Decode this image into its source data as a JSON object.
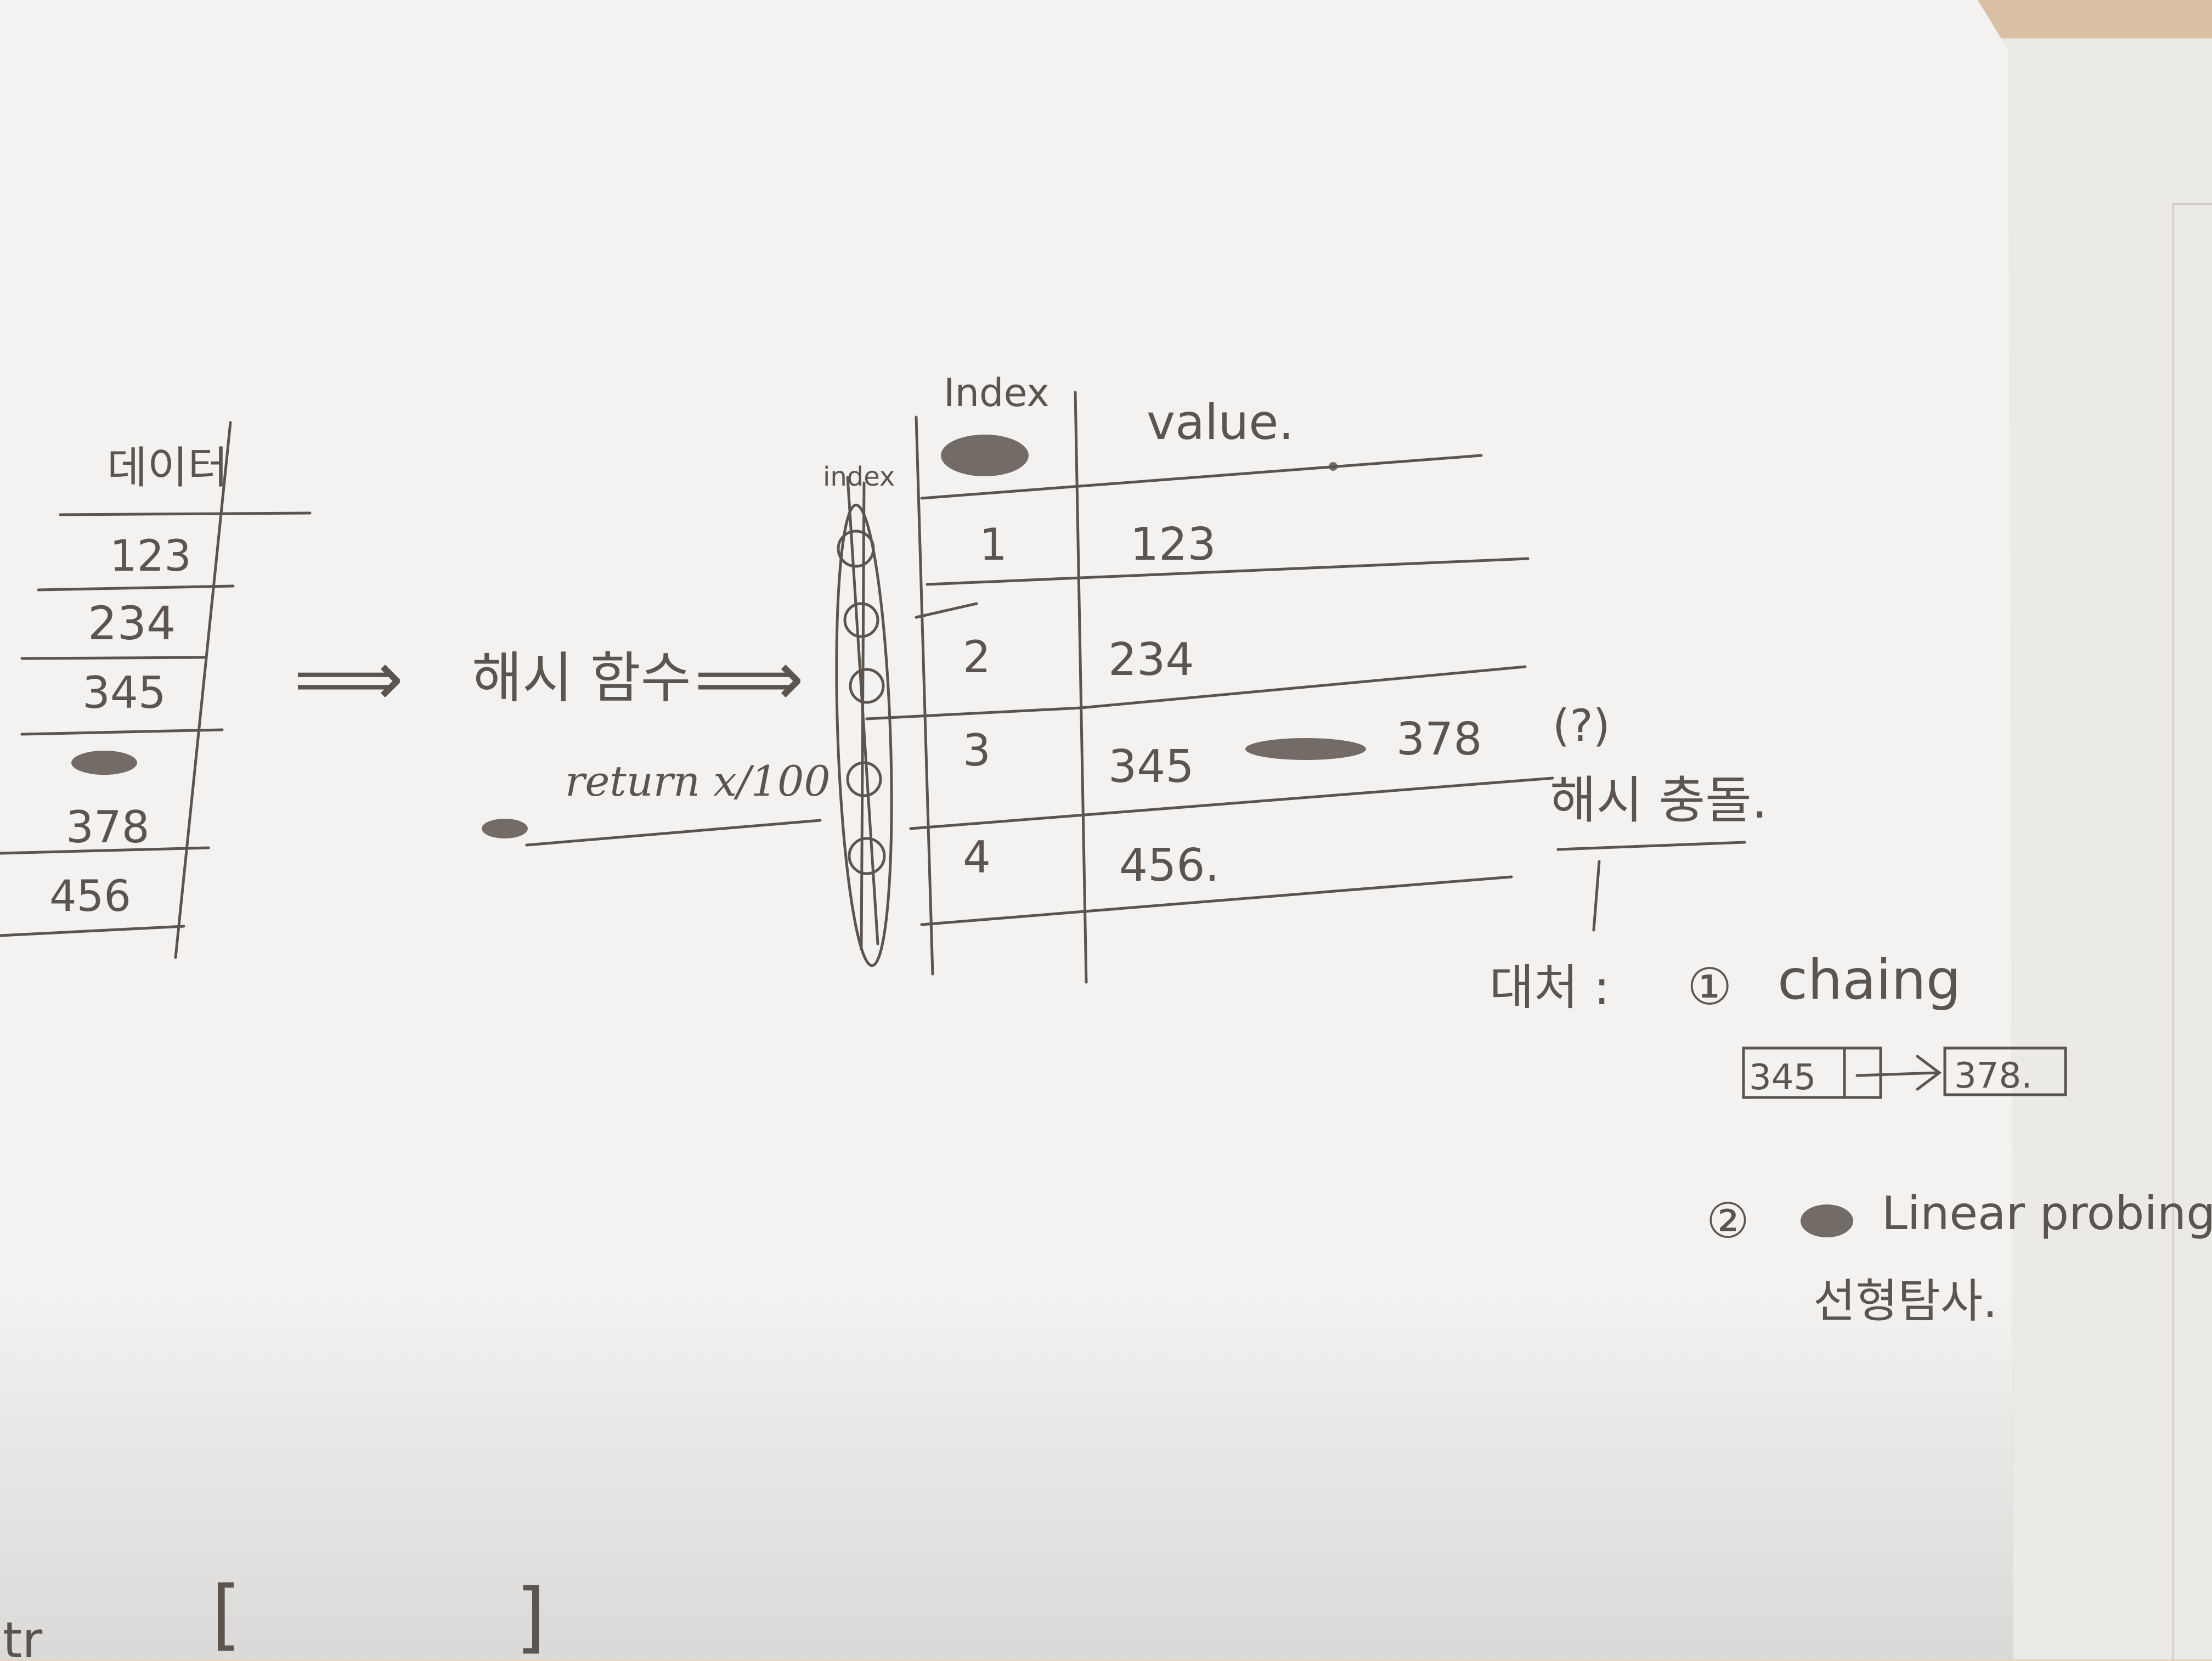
{
  "data_column": {
    "header": "데이터",
    "values": [
      "123",
      "234",
      "345",
      "378",
      "456"
    ]
  },
  "flow": {
    "arrow1": "⟹",
    "hash_function": "해시 함수",
    "arrow2": "⟹",
    "return_expr": "return x/100"
  },
  "hash_table": {
    "index_header": "Index",
    "value_header": "value.",
    "side_label": "index",
    "rows": [
      {
        "index": "1",
        "value": "123"
      },
      {
        "index": "2",
        "value": "234"
      },
      {
        "index": "3",
        "value": "345",
        "extra": "378"
      },
      {
        "index": "4",
        "value": "456."
      }
    ]
  },
  "collision": {
    "question": "(?)",
    "label": "해시 충돌."
  },
  "solutions": {
    "heading": "대처 :",
    "item1_marker": "①",
    "item1_text": "chaing",
    "chain_node1": "345",
    "chain_node2": "378.",
    "item2_marker": "②",
    "item2_text": "Linear probing",
    "item2_korean": "선형탐사."
  },
  "bottom": {
    "partial_text": "tr",
    "bracket_open": "[",
    "bracket_close": "]"
  },
  "colors": {
    "ink": "#5c544e",
    "paper": "#f4f2f0",
    "desk": "#e8d4bd"
  }
}
